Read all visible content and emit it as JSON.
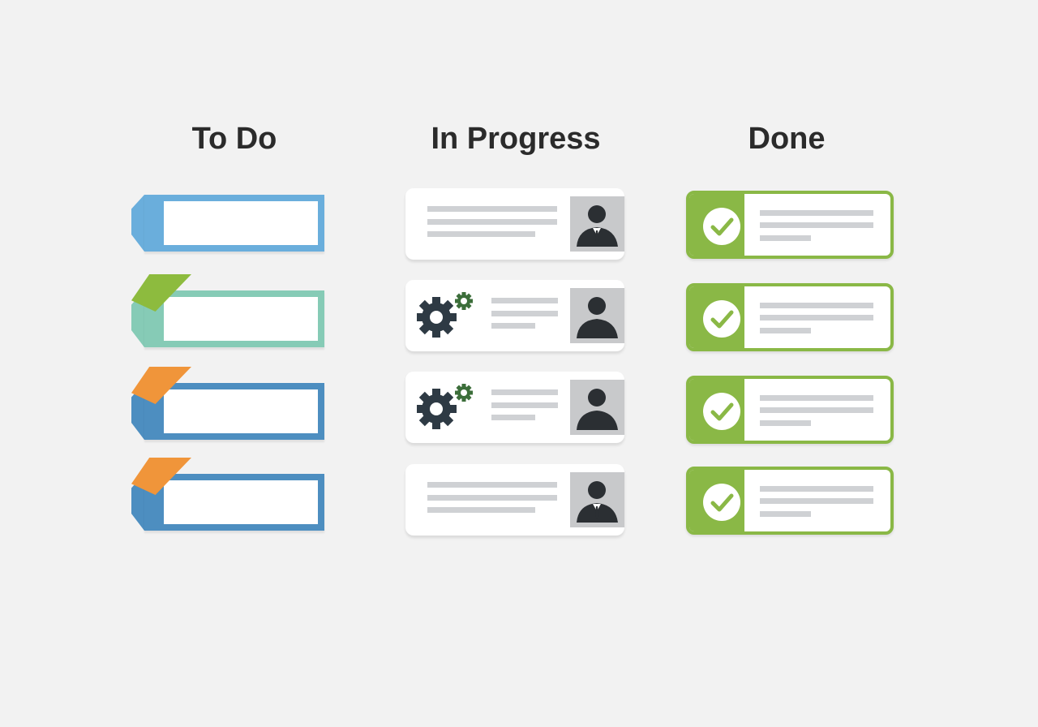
{
  "columns": [
    {
      "title": "To Do",
      "cards": [
        {
          "color": "#6aaedc",
          "flap": "#78bde8"
        },
        {
          "color": "#86cbb6",
          "flap": "#8dbb3e"
        },
        {
          "color": "#4d8ec0",
          "flap": "#f0953a"
        },
        {
          "color": "#4d8ec0",
          "flap": "#f0953a"
        }
      ]
    },
    {
      "title": "In Progress",
      "cards": [
        {
          "icon": "none",
          "avatar": "person-with-tie"
        },
        {
          "icon": "gears",
          "avatar": "person"
        },
        {
          "icon": "gears",
          "avatar": "person"
        },
        {
          "icon": "none",
          "avatar": "person-with-tie"
        }
      ]
    },
    {
      "title": "Done",
      "cards": [
        {
          "status": "complete"
        },
        {
          "status": "complete"
        },
        {
          "status": "complete"
        },
        {
          "status": "complete"
        }
      ]
    }
  ],
  "colors": {
    "done": "#8ab846",
    "line": "#cfd1d4"
  }
}
